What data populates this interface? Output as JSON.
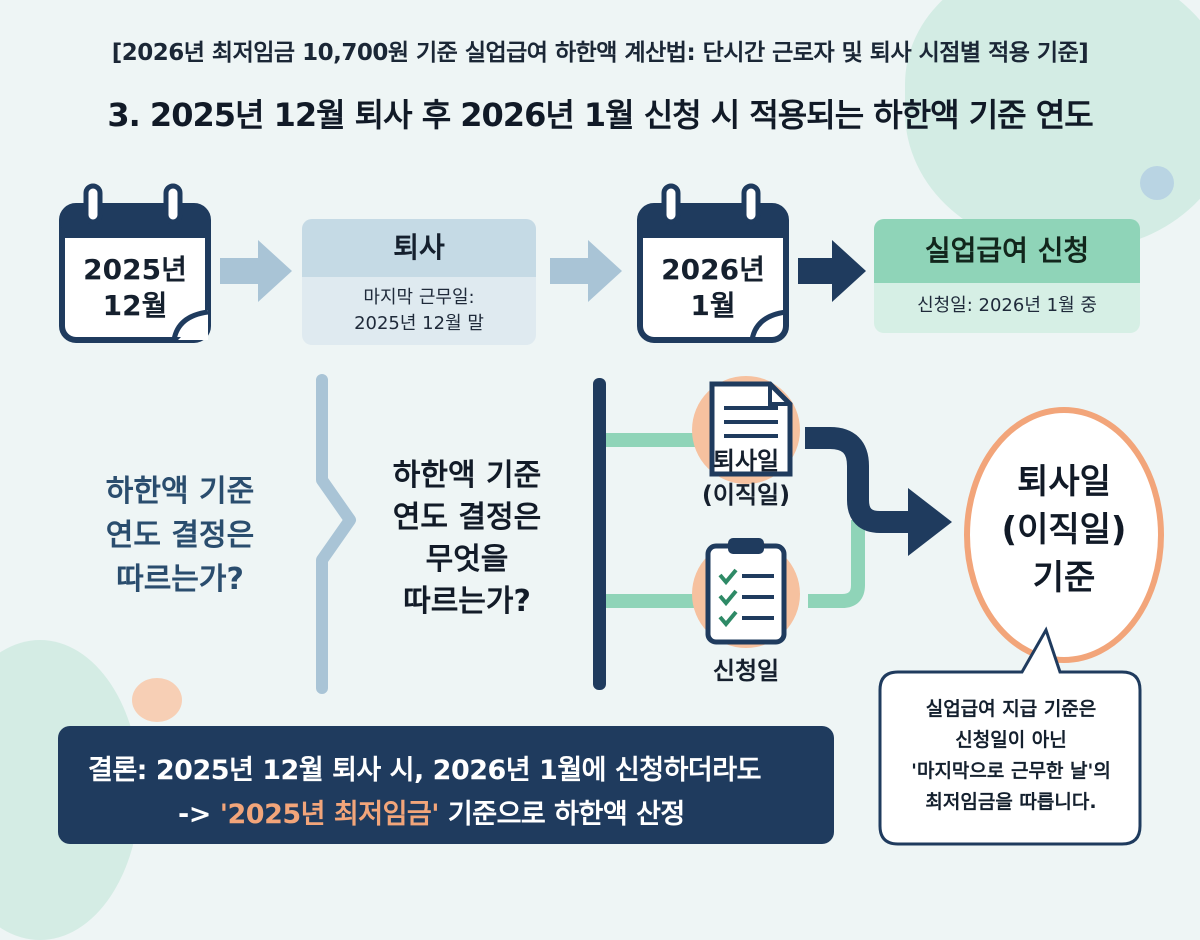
{
  "header": {
    "title": "[2026년 최저임금 10,700원 기준 실업급여 하한액 계산법: 단시간 근로자 및 퇴사 시점별 적용 기준]",
    "subtitle": "3. 2025년 12월 퇴사 후 2026년 1월 신청 시 적용되는 하한액 기준 연도"
  },
  "timeline": {
    "calendar1": {
      "line1": "2025년",
      "line2": "12월"
    },
    "resign_box": {
      "title": "퇴사",
      "line1": "마지막 근무일:",
      "line2": "2025년 12월 말"
    },
    "calendar2": {
      "line1": "2026년",
      "line2": "1월"
    },
    "apply_box": {
      "title": "실업급여 신청",
      "line1": "신청일: 2026년 1월 중"
    }
  },
  "question": {
    "left": {
      "line1": "하한액 기준",
      "line2": "연도 결정은",
      "line3": "따르는가?"
    },
    "middle": {
      "line1": "하한액 기준",
      "line2": "연도 결정은",
      "line3": "무엇을",
      "line4": "따르는가?"
    }
  },
  "options": {
    "resign_date": {
      "line1": "퇴사일",
      "line2": "(이직일)"
    },
    "apply_date": {
      "label": "신청일"
    }
  },
  "result": {
    "line1": "퇴사일",
    "line2": "(이직일)",
    "line3": "기준"
  },
  "note": {
    "line1": "실업급여 지급 기준은",
    "line2": "신청일이 아닌",
    "line3": "'마지막으로 근무한 날'의",
    "line4": "최저임금을 따릅니다."
  },
  "conclusion": {
    "line1": "결론: 2025년 12월 퇴사 시, 2026년 1월에 신청하더라도",
    "prefix": "-> ",
    "highlight": "'2025년 최저임금'",
    "suffix": " 기준으로 하한액 산정"
  },
  "colors": {
    "navy": "#1f3b5e",
    "light_blue": "#c9dde6",
    "mint": "#8fd4b8",
    "mint_light": "#cdebe0",
    "orange": "#f2a57a",
    "arrow_light": "#a9c4d6"
  },
  "icons": [
    "calendar-icon",
    "document-icon",
    "clipboard-checklist-icon",
    "arrow-right-icon",
    "speech-bubble-icon"
  ]
}
